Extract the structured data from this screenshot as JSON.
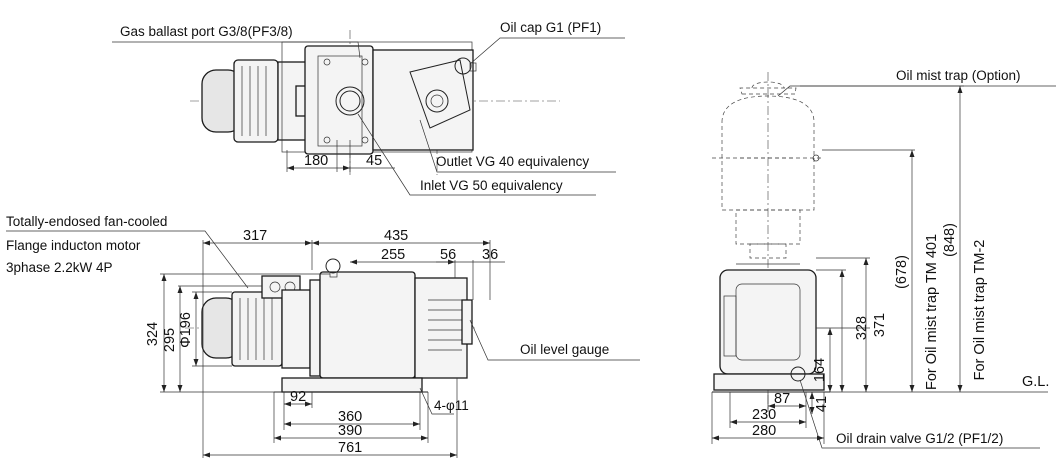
{
  "labels": {
    "gas_ballast": "Gas ballast port G3/8(PF3/8)",
    "oil_cap": "Oil cap G1 (PF1)",
    "outlet": "Outlet VG 40 equivalency",
    "inlet": "Inlet VG 50 equivalency",
    "motor_line1": "Totally-endosed fan-cooled",
    "motor_line2": "Flange inducton motor",
    "motor_line3": "3phase 2.2kW 4P",
    "oil_level": "Oil level gauge",
    "mist_trap": "Oil mist trap (Option)",
    "drain": "Oil drain valve G1/2 (PF1/2)",
    "tm401": "For Oil mist trap TM 401",
    "tm2": "For Oil mist trap TM-2",
    "gl": "G.L.",
    "holes": "4-φ11"
  },
  "dims": {
    "d180": "180",
    "d45": "45",
    "d317": "317",
    "d435": "435",
    "d255": "255",
    "d56": "56",
    "d36": "36",
    "d324": "324",
    "d295": "295",
    "d196": "Φ196",
    "d92": "92",
    "d360": "360",
    "d390": "390",
    "d761": "761",
    "d678": "(678)",
    "d848": "(848)",
    "d371": "371",
    "d328": "328",
    "d164": "164",
    "d87": "87",
    "d41": "41",
    "d230": "230",
    "d280": "280"
  }
}
